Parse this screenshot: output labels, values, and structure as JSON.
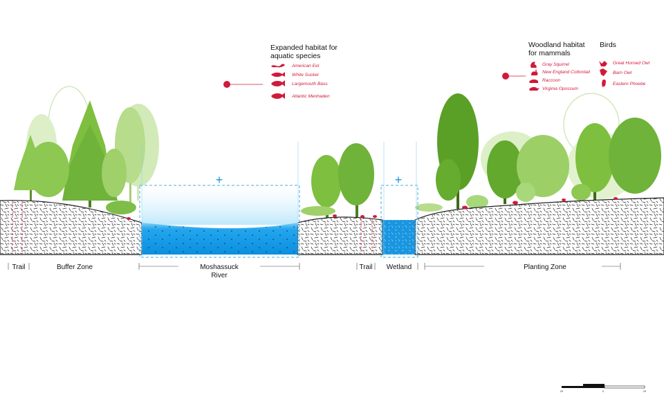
{
  "aquatic": {
    "title_line1": "Expanded habitat for",
    "title_line2": "aquatic species",
    "species": [
      "American Eel",
      "White Sucker",
      "Largemouth Bass",
      "Atlantic Menhaden"
    ],
    "icons": [
      "eel-icon",
      "sucker-fish-icon",
      "bass-fish-icon",
      "menhaden-fish-icon"
    ]
  },
  "woodland": {
    "title_line1": "Woodland habitat",
    "title_line2": "for mammals",
    "species": [
      "Gray Squirrel",
      "New England Cottontail",
      "Raccoon",
      "Virginia Opossum"
    ],
    "icons": [
      "squirrel-icon",
      "rabbit-icon",
      "raccoon-icon",
      "opossum-icon"
    ]
  },
  "birds": {
    "title": "Birds",
    "species": [
      "Great Horned Owl",
      "Barn Owl",
      "Eastern Phoebe"
    ],
    "icons": [
      "great-horned-owl-icon",
      "barn-owl-icon",
      "phoebe-icon"
    ]
  },
  "zones": {
    "trail_left": "Trail",
    "buffer": "Buffer Zone",
    "river_line1": "Moshassuck",
    "river_line2": "River",
    "trail_right": "Trail",
    "wetland": "Wetland",
    "planting": "Planting Zone"
  },
  "markers": {
    "river_plus": "+",
    "wetland_plus": "+"
  },
  "scale_bar": {
    "left": "20",
    "mid": "0",
    "right": "20"
  },
  "colors": {
    "accent_red": "#d11a3a",
    "water_blue": "#1a95e0",
    "dash_blue": "#45aee0",
    "tree_dark": "#4e9a22",
    "tree_mid": "#7cbf3c",
    "tree_light": "#b5d98a",
    "soil_hatch": "#2b2b2b"
  }
}
